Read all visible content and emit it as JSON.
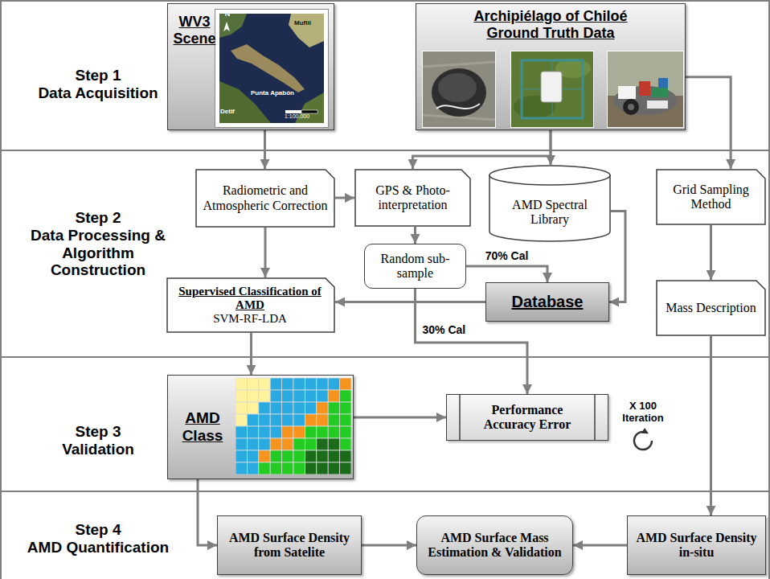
{
  "diagram": {
    "nodes": [
      {
        "text": [
          "Step 1",
          "Data Acquisition"
        ]
      },
      {
        "text": [
          "WV3 Scene"
        ],
        "in": 0
      },
      {
        "text": [
          "Archipiélago of Chiloé Ground Truth Data"
        ],
        "in": 0
      },
      {
        "text": [
          "Step 2",
          "Data Processing & Algorithm Construction"
        ]
      },
      {
        "text": [
          "Radiometric and Atmospheric Correction"
        ],
        "in": 3
      },
      {
        "text": [
          "GPS & Photo-interpretation"
        ],
        "in": 3
      },
      {
        "text": [
          "AMD Spectral Library"
        ],
        "in": 3
      },
      {
        "text": [
          "Grid Sampling Method"
        ],
        "in": 3
      },
      {
        "text": [
          "Random sub-sample"
        ],
        "in": 3
      },
      {
        "text": [
          "Supervised Classification of AMD",
          "SVM-RF-LDA"
        ],
        "in": 3
      },
      {
        "text": [
          "Database"
        ],
        "in": 3
      },
      {
        "text": [
          "Mass Description"
        ],
        "in": 3
      },
      {
        "text": [
          "Step 3",
          "Validation"
        ]
      },
      {
        "text": [
          "AMD Class"
        ],
        "in": 12
      },
      {
        "text": [
          "Performance Accuracy Error"
        ],
        "in": 12
      },
      {
        "text": [
          "Step 4",
          "AMD Quantification"
        ]
      },
      {
        "text": [
          "AMD Surface Density from Satelite"
        ],
        "in": 15
      },
      {
        "text": [
          "AMD Surface Mass Estimation & Validation"
        ],
        "in": 15
      },
      {
        "text": [
          "AMD Surface Density in-situ"
        ],
        "in": 15
      }
    ],
    "edges": [
      {
        "from": 1,
        "to": 4,
        "arrow": "to"
      },
      {
        "from": 2,
        "to": 5,
        "arrow": "to"
      },
      {
        "from": 2,
        "to": 6,
        "arrow": "to"
      },
      {
        "from": 2,
        "to": 7,
        "arrow": "to"
      },
      {
        "from": 4,
        "to": 5,
        "arrow": "to"
      },
      {
        "from": 4,
        "to": 9,
        "arrow": "to"
      },
      {
        "from": 5,
        "to": 8,
        "arrow": "to"
      },
      {
        "from": 8,
        "to": 10,
        "arrow": "to",
        "label": "70% Cal"
      },
      {
        "from": 8,
        "to": 14,
        "arrow": "to",
        "label": "30% Cal"
      },
      {
        "from": 6,
        "to": 10,
        "arrow": "to"
      },
      {
        "from": 10,
        "to": 9,
        "arrow": "to"
      },
      {
        "from": 7,
        "to": 11,
        "arrow": "to"
      },
      {
        "from": 9,
        "to": 13,
        "arrow": "to"
      },
      {
        "from": 13,
        "to": 14,
        "arrow": "to"
      },
      {
        "from": 13,
        "to": 16,
        "arrow": "to"
      },
      {
        "from": 11,
        "to": 18,
        "arrow": "to"
      },
      {
        "from": 16,
        "to": 17,
        "arrow": "to"
      },
      {
        "from": 18,
        "to": 17,
        "arrow": "to"
      }
    ],
    "labels": [
      "N",
      "Muflil",
      "Punta Apabón",
      "Detif",
      "1:100,000",
      "X 100 Iteration"
    ]
  }
}
